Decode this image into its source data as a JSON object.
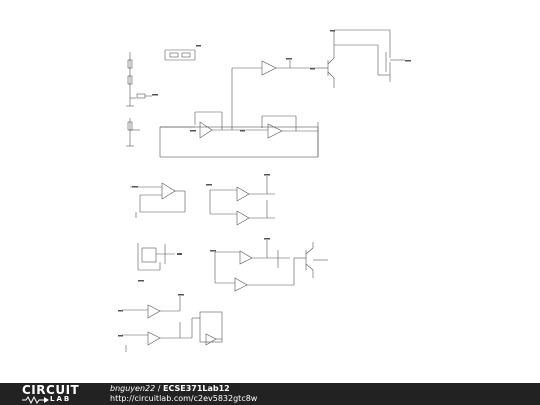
{
  "footer": {
    "logo_word": "CIRCUIT",
    "logo_lab": "LAB",
    "user": "bnguyen22",
    "separator": " / ",
    "title": "ECSE371Lab12",
    "url": "http://circuitlab.com/c2ev5832gtc8w"
  },
  "colors": {
    "wire": "#555555",
    "footer_bg": "#222222",
    "footer_text": "#ffffff"
  }
}
